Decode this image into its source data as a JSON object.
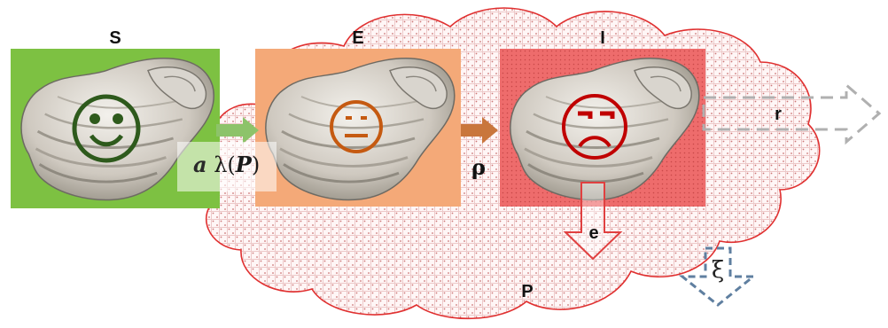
{
  "compartments": {
    "s": {
      "label": "S",
      "face": "happy",
      "fill": "#7dc142",
      "face_color": "#2e5a1c"
    },
    "e": {
      "label": "E",
      "face": "neutral",
      "fill": "#f4a978",
      "face_color": "#c55a11"
    },
    "i": {
      "label": "I",
      "face": "sad",
      "fill": "#f07070",
      "face_color": "#c00000"
    }
  },
  "environment": {
    "label": "P",
    "outline": "#e03030",
    "pattern_color": "#d89090"
  },
  "transitions": {
    "infection": {
      "coef": "a",
      "func": "λ(",
      "arg": "P",
      "close": ")",
      "arrow_color": "#8dc36a"
    },
    "progression": {
      "label": "ρ",
      "arrow_color": "#c9763c"
    },
    "recovery": {
      "label": "r",
      "arrow_color": "#b0b0b0"
    },
    "excretion": {
      "label": "e",
      "arrow_color": "#e04040"
    },
    "decay": {
      "label": "ξ",
      "arrow_color": "#5f7fa0"
    }
  }
}
